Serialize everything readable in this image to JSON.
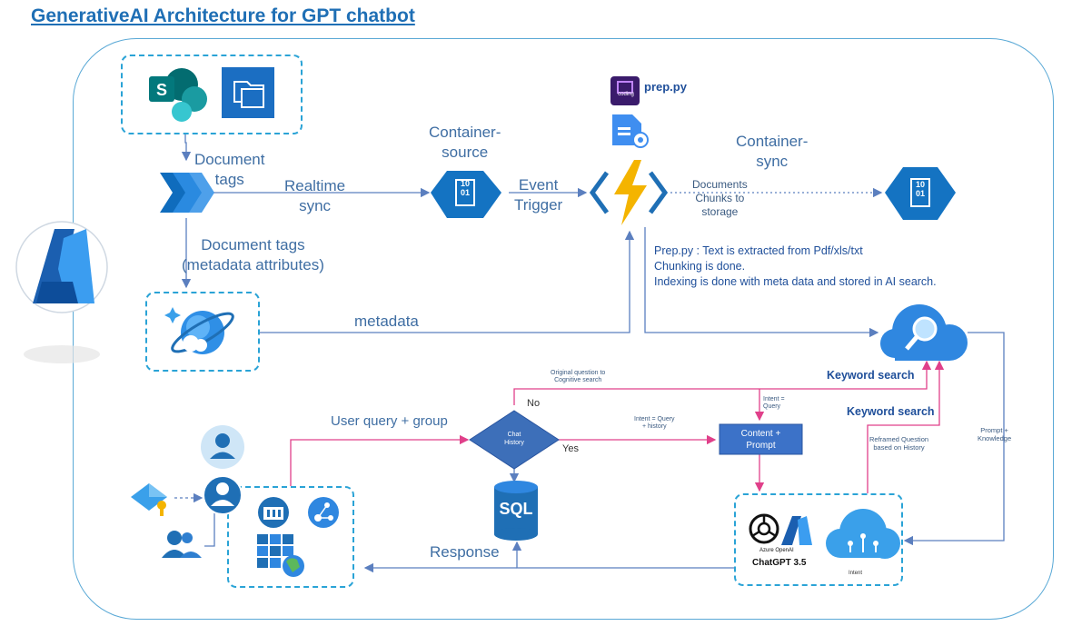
{
  "title": "GenerativeAI Architecture for GPT chatbot",
  "labels": {
    "document_tags": "Document\ntags",
    "realtime_sync": "Realtime\nsync",
    "container_source": "Container-\nsource",
    "event_trigger": "Event\nTrigger",
    "container_sync": "Container-\nsync",
    "documents_chunks": "Documents\nChunks to\nstorage",
    "doc_tags_metadata": "Document tags\n(metadata attributes)",
    "metadata": "metadata",
    "prep_py": "prep.py",
    "coding": "coding",
    "user_query": "User query + group",
    "response": "Response",
    "no": "No",
    "yes": "Yes",
    "original_question": "Original question to\nCognitive search",
    "intent_query": "Intent =\nQuery",
    "intent_query_history": "Intent = Query\n+ history",
    "chat_history": "Chat\nHistory",
    "content_prompt": "Content +\nPrompt",
    "keyword_search_1": "Keyword search",
    "keyword_search_2": "Keyword search",
    "reframed_question": "Reframed Question\nbased on History",
    "prompt_knowledge": "Prompt +\nKnowledge",
    "sql": "SQL",
    "azure_openai": "Azure OpenAI",
    "chatgpt": "ChatGPT 3.5",
    "intent": "Intent",
    "container_bits": "10\n01"
  },
  "notes": [
    "Prep.py : Text is extracted from Pdf/xls/txt",
    "Chunking is done.",
    "Indexing is done with meta  data and stored in AI search."
  ],
  "colors": {
    "title": "#1f6fb5",
    "label": "#3f6ea3",
    "dashed_border": "#2aa3d6",
    "connector_blue": "#5b7fbf",
    "connector_pink": "#e0408a",
    "azure_blue": "#1473c2",
    "diamond": "#3d6fb9",
    "content_prompt_box": "#3c72c8"
  }
}
